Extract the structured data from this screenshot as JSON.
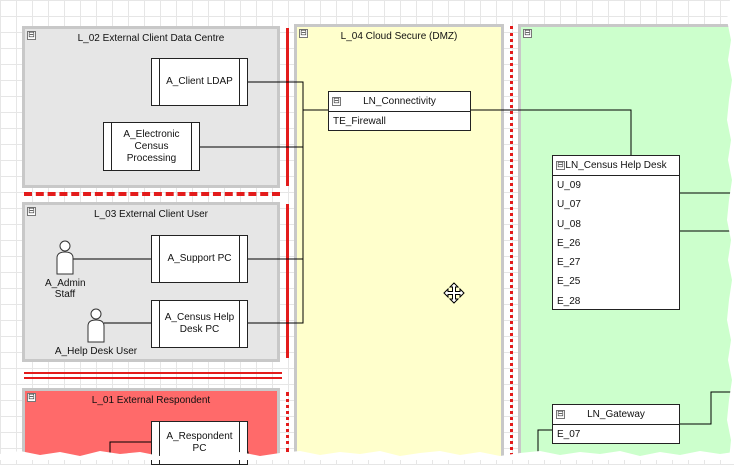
{
  "zones": {
    "l02": {
      "title": "L_02 External Client Data Centre",
      "color": "#e6e6e6"
    },
    "l03": {
      "title": "L_03 External Client User",
      "color": "#e6e6e6"
    },
    "l01": {
      "title": "L_01 External Respondent",
      "color": "#ff6a6a"
    },
    "l04": {
      "title": "L_04 Cloud Secure (DMZ)",
      "color": "#ffffcc"
    },
    "green": {
      "title": "",
      "color": "#ccffcc"
    }
  },
  "collapse_symbol": "⊟",
  "apps": {
    "client_ldap": "A_Client LDAP",
    "electronic_census": "A_Electronic Census Processing",
    "support_pc": "A_Support PC",
    "census_help_desk_pc": "A_Census Help Desk PC",
    "respondent_pc": "A_Respondent PC"
  },
  "actors": {
    "admin_staff": "A_Admin Staff",
    "help_desk_user": "A_Help Desk User"
  },
  "nodes": {
    "connectivity": {
      "title": "LN_Connectivity",
      "items": [
        "TE_Firewall"
      ]
    },
    "census_help_desk": {
      "title": "LN_Census Help Desk",
      "items": [
        "U_09",
        "U_07",
        "U_08",
        "E_26",
        "E_27",
        "E_25",
        "E_28"
      ]
    },
    "gateway": {
      "title": "LN_Gateway",
      "items": [
        "E_07"
      ]
    }
  },
  "colors": {
    "separator": "#e31b1b",
    "zone_border": "#c8c8c8",
    "line": "#000000"
  }
}
